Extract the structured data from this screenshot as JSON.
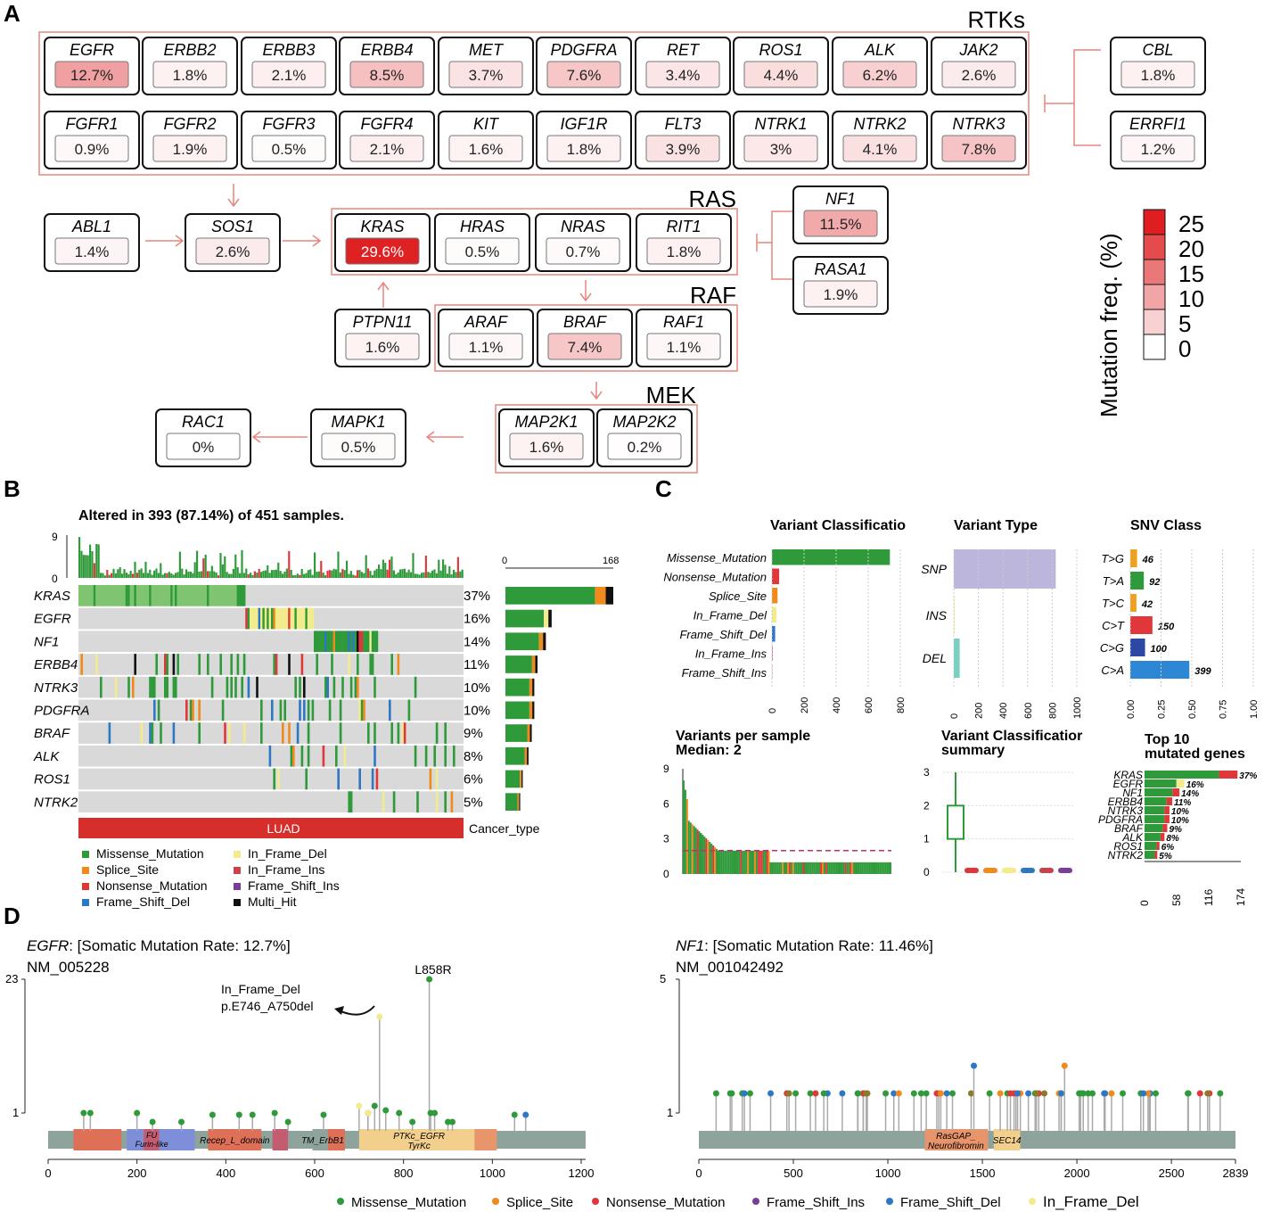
{
  "panel_labels": {
    "a": "A",
    "b": "B",
    "c": "C",
    "d": "D"
  },
  "colors": {
    "missense": "#2e9a3a",
    "splice": "#f08a1c",
    "nonsense": "#e0373b",
    "fs_del": "#2d77c4",
    "if_del": "#f2ec8c",
    "if_ins": "#c8414b",
    "fs_ins": "#7b3d9a",
    "multi": "#111111",
    "luad": "#d62e2b",
    "snp": "#bdb6dc",
    "ins": "#f2ec8c",
    "del": "#78cfc2"
  },
  "pathway": {
    "groups": {
      "rtks": "RTKs",
      "ras": "RAS",
      "raf": "RAF",
      "mek": "MEK"
    },
    "legend": {
      "title": "Mutation freq. (%)",
      "ticks": [
        "25",
        "20",
        "15",
        "10",
        "5",
        "0"
      ]
    },
    "genes": [
      {
        "name": "EGFR",
        "pct": "12.7%",
        "v": 12.7
      },
      {
        "name": "ERBB2",
        "pct": "1.8%",
        "v": 1.8
      },
      {
        "name": "ERBB3",
        "pct": "2.1%",
        "v": 2.1
      },
      {
        "name": "ERBB4",
        "pct": "8.5%",
        "v": 8.5
      },
      {
        "name": "MET",
        "pct": "3.7%",
        "v": 3.7
      },
      {
        "name": "PDGFRA",
        "pct": "7.6%",
        "v": 7.6
      },
      {
        "name": "RET",
        "pct": "3.4%",
        "v": 3.4
      },
      {
        "name": "ROS1",
        "pct": "4.4%",
        "v": 4.4
      },
      {
        "name": "ALK",
        "pct": "6.2%",
        "v": 6.2
      },
      {
        "name": "JAK2",
        "pct": "2.6%",
        "v": 2.6
      },
      {
        "name": "FGFR1",
        "pct": "0.9%",
        "v": 0.9
      },
      {
        "name": "FGFR2",
        "pct": "1.9%",
        "v": 1.9
      },
      {
        "name": "FGFR3",
        "pct": "0.5%",
        "v": 0.5
      },
      {
        "name": "FGFR4",
        "pct": "2.1%",
        "v": 2.1
      },
      {
        "name": "KIT",
        "pct": "1.6%",
        "v": 1.6
      },
      {
        "name": "IGF1R",
        "pct": "1.8%",
        "v": 1.8
      },
      {
        "name": "FLT3",
        "pct": "3.9%",
        "v": 3.9
      },
      {
        "name": "NTRK1",
        "pct": "3%",
        "v": 3
      },
      {
        "name": "NTRK2",
        "pct": "4.1%",
        "v": 4.1
      },
      {
        "name": "NTRK3",
        "pct": "7.8%",
        "v": 7.8
      },
      {
        "name": "CBL",
        "pct": "1.8%",
        "v": 1.8
      },
      {
        "name": "ERRFI1",
        "pct": "1.2%",
        "v": 1.2
      },
      {
        "name": "ABL1",
        "pct": "1.4%",
        "v": 1.4
      },
      {
        "name": "SOS1",
        "pct": "2.6%",
        "v": 2.6
      },
      {
        "name": "KRAS",
        "pct": "29.6%",
        "v": 29.6
      },
      {
        "name": "HRAS",
        "pct": "0.5%",
        "v": 0.5
      },
      {
        "name": "NRAS",
        "pct": "0.7%",
        "v": 0.7
      },
      {
        "name": "RIT1",
        "pct": "1.8%",
        "v": 1.8
      },
      {
        "name": "NF1",
        "pct": "11.5%",
        "v": 11.5
      },
      {
        "name": "RASA1",
        "pct": "1.9%",
        "v": 1.9
      },
      {
        "name": "PTPN11",
        "pct": "1.6%",
        "v": 1.6
      },
      {
        "name": "ARAF",
        "pct": "1.1%",
        "v": 1.1
      },
      {
        "name": "BRAF",
        "pct": "7.4%",
        "v": 7.4
      },
      {
        "name": "RAF1",
        "pct": "1.1%",
        "v": 1.1
      },
      {
        "name": "MAP2K1",
        "pct": "1.6%",
        "v": 1.6
      },
      {
        "name": "MAP2K2",
        "pct": "0.2%",
        "v": 0.2
      },
      {
        "name": "MAPK1",
        "pct": "0.5%",
        "v": 0.5
      },
      {
        "name": "RAC1",
        "pct": "0%",
        "v": 0
      }
    ]
  },
  "oncoplot": {
    "title": "Altered in 393 (87.14%) of 451 samples.",
    "tmb_ticks": [
      "9",
      "0"
    ],
    "bar_axis": [
      "0",
      "168"
    ],
    "genes": [
      "KRAS",
      "EGFR",
      "NF1",
      "ERBB4",
      "NTRK3",
      "PDGFRA",
      "BRAF",
      "ALK",
      "ROS1",
      "NTRK2"
    ],
    "pcts": [
      "37%",
      "16%",
      "14%",
      "11%",
      "10%",
      "10%",
      "9%",
      "8%",
      "6%",
      "5%"
    ],
    "counts": [
      168,
      72,
      63,
      50,
      45,
      45,
      41,
      36,
      27,
      23
    ],
    "cancer_type": "LUAD",
    "cancer_type_label": "Cancer_type",
    "legend": [
      {
        "label": "Missense_Mutation",
        "color": "#2e9a3a"
      },
      {
        "label": "In_Frame_Del",
        "color": "#f2ec8c"
      },
      {
        "label": "Splice_Site",
        "color": "#f08a1c"
      },
      {
        "label": "In_Frame_Ins",
        "color": "#c8414b"
      },
      {
        "label": "Nonsense_Mutation",
        "color": "#e0373b"
      },
      {
        "label": "Frame_Shift_Ins",
        "color": "#7b3d9a"
      },
      {
        "label": "Frame_Shift_Del",
        "color": "#2d77c4"
      },
      {
        "label": "Multi_Hit",
        "color": "#111111"
      }
    ]
  },
  "summary": {
    "vc_title": "Variant Classificatio",
    "vc": [
      {
        "label": "Missense_Mutation",
        "value": 735,
        "color": "#2e9a3a"
      },
      {
        "label": "Nonsense_Mutation",
        "value": 45,
        "color": "#e0373b"
      },
      {
        "label": "Splice_Site",
        "value": 35,
        "color": "#f08a1c"
      },
      {
        "label": "In_Frame_Del",
        "value": 28,
        "color": "#f2ec8c"
      },
      {
        "label": "Frame_Shift_Del",
        "value": 20,
        "color": "#2d77c4"
      },
      {
        "label": "In_Frame_Ins",
        "value": 4,
        "color": "#c8414b"
      },
      {
        "label": "Frame_Shift_Ins",
        "value": 2,
        "color": "#7b3d9a"
      }
    ],
    "vc_ticks": [
      "0",
      "200",
      "400",
      "600",
      "800"
    ],
    "vt_title": "Variant Type",
    "vt": [
      {
        "label": "SNP",
        "value": 829
      },
      {
        "label": "INS",
        "value": 6
      },
      {
        "label": "DEL",
        "value": 48
      }
    ],
    "vt_ticks": [
      "0",
      "200",
      "400",
      "600",
      "800",
      "1000"
    ],
    "snv_title": "SNV Class",
    "snv": [
      {
        "label": "T>G",
        "value": 46,
        "frac": 0.055,
        "color": "#f0a020"
      },
      {
        "label": "T>A",
        "value": 92,
        "frac": 0.11,
        "color": "#2e9a3a"
      },
      {
        "label": "T>C",
        "value": 42,
        "frac": 0.05,
        "color": "#f0a020"
      },
      {
        "label": "C>T",
        "value": 150,
        "frac": 0.18,
        "color": "#e0373b"
      },
      {
        "label": "C>G",
        "value": 100,
        "frac": 0.12,
        "color": "#2d47a4"
      },
      {
        "label": "C>A",
        "value": 399,
        "frac": 0.48,
        "color": "#2d87d4"
      }
    ],
    "snv_ticks": [
      "0.00",
      "0.25",
      "0.50",
      "0.75",
      "1.00"
    ],
    "vps_title": "Variants per sample",
    "vps_median": "Median: 2",
    "vps_ticks": [
      "9",
      "6",
      "3",
      "0"
    ],
    "vcs_title1": "Variant Classificatior",
    "vcs_title2": "summary",
    "vcs_ticks": [
      "3",
      "2",
      "1",
      "0"
    ],
    "top10_title1": "Top 10",
    "top10_title2": "mutated genes",
    "top10_ticks": [
      "0",
      "58",
      "116",
      "174"
    ]
  },
  "lollipops": {
    "left": {
      "gene": "EGFR",
      "rate_text": ": [Somatic Mutation Rate: 12.7%]",
      "transcript": "NM_005228",
      "y_ticks": [
        "23",
        "1"
      ],
      "x_ticks": [
        "0",
        "200",
        "400",
        "600",
        "800",
        "1000",
        "1200"
      ],
      "protein_length": 1210,
      "hotspot": "L858R",
      "annot1": "In_Frame_Del",
      "annot2": "p.E746_A750del",
      "domains": [
        "FU",
        "Furin-like",
        "Recep_L_domain",
        "TM_ErbB1",
        "PTKc_EGFR",
        "TyrKc"
      ]
    },
    "right": {
      "gene": "NF1",
      "rate_text": ": [Somatic Mutation Rate: 11.46%]",
      "transcript": "NM_001042492",
      "y_ticks": [
        "5",
        "1"
      ],
      "x_ticks": [
        "0",
        "500",
        "1000",
        "1500",
        "2000",
        "2500",
        "2839"
      ],
      "protein_length": 2839,
      "domains": [
        "RasGAP_",
        "Neurofibromin",
        "SEC14"
      ]
    },
    "legend": [
      "Missense_Mutation",
      "Splice_Site",
      "Nonsense_Mutation",
      "Frame_Shift_Ins",
      "Frame_Shift_Del",
      "In_Frame_Del"
    ]
  }
}
